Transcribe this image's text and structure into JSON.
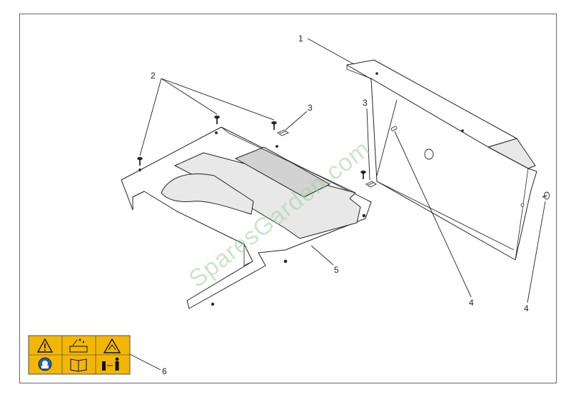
{
  "callouts": {
    "c1": "1",
    "c2": "2",
    "c3a": "3",
    "c3b": "3",
    "c4a": "4",
    "c4b": "4",
    "c5": "5",
    "c6": "6"
  },
  "watermark": "SparesGarden.com",
  "colors": {
    "watermark": "#9fd09f",
    "decal": "#f2b705",
    "mandatory_blue": "#1f5fb5"
  },
  "decal_icons": [
    "warning-triangle-icon",
    "ejected-objects-icon",
    "hand-cut-hazard-icon",
    "eye-protection-icon",
    "read-manual-icon",
    "keep-distance-icon"
  ]
}
